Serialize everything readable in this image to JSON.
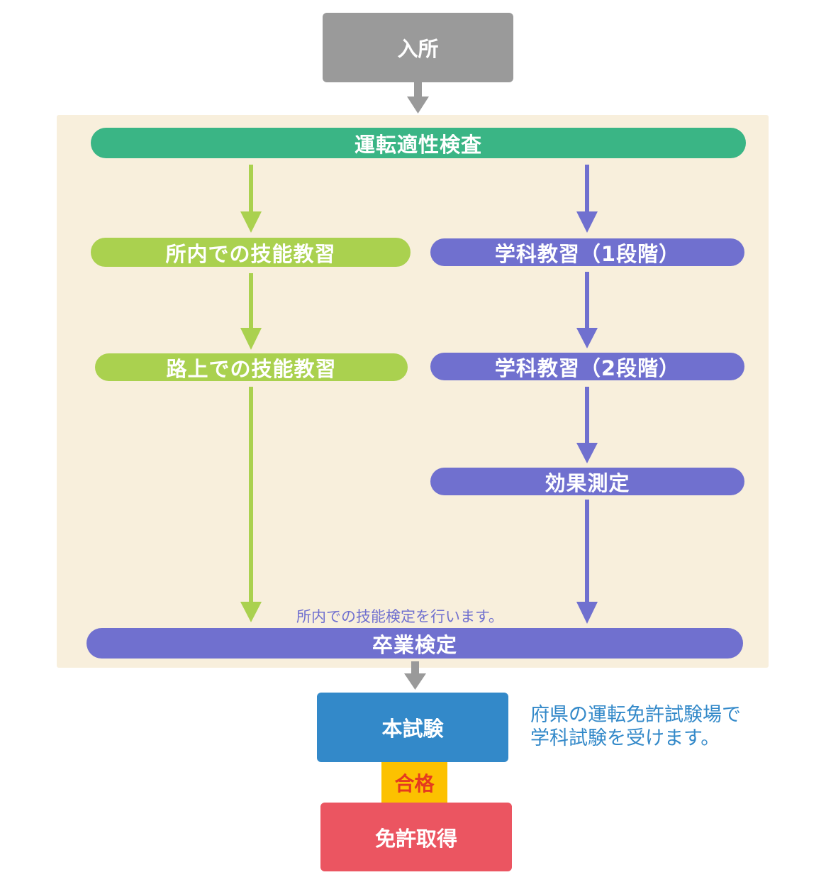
{
  "colors": {
    "gray": "#9a9a9a",
    "green": "#3ab585",
    "lime": "#aad14f",
    "purple": "#7070cf",
    "blue": "#3389c9",
    "yellow": "#fcc100",
    "pass_red": "#e53a1f",
    "red": "#eb5561",
    "panel": "#f8efdc"
  },
  "nodes": {
    "admission": "入所",
    "aptitude_test": "運転適性検査",
    "practical_onsite": "所内での技能教習",
    "practical_road": "路上での技能教習",
    "theory_stage1": "学科教習（1段階）",
    "theory_stage2": "学科教習（2段階）",
    "effect_test": "効果測定",
    "graduation_test": "卒業検定",
    "main_exam": "本試験",
    "pass": "合格",
    "license": "免許取得"
  },
  "notes": {
    "graduation_note": "所内での技能検定を行います。",
    "exam_note_line1": "府県の運転免許試験場で",
    "exam_note_line2": "学科試験を受けます。"
  }
}
